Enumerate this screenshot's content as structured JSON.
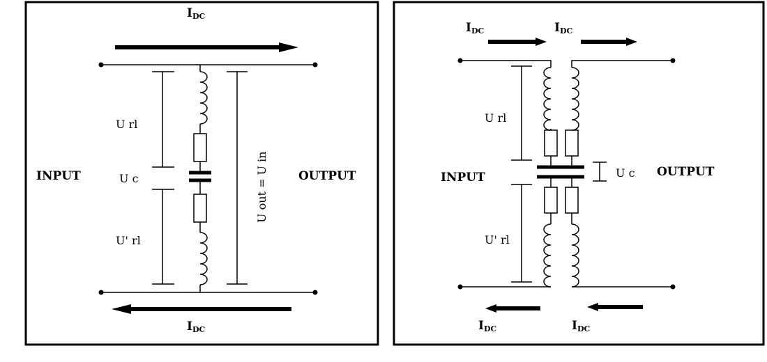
{
  "colors": {
    "ink": "#000000",
    "background": "#ffffff"
  },
  "left_panel": {
    "current_top": {
      "main": "I",
      "sub": "DC"
    },
    "current_bottom": {
      "main": "I",
      "sub": "DC"
    },
    "input_label": "INPUT",
    "output_label": "OUTPUT",
    "voltage_rl": "U rl",
    "voltage_c": "U c",
    "voltage_rl_prime": "U' rl",
    "voltage_out": "U out = U in"
  },
  "right_panel": {
    "current_top_left": {
      "main": "I",
      "sub": "DC"
    },
    "current_top_right": {
      "main": "I",
      "sub": "DC"
    },
    "current_bottom_left": {
      "main": "I",
      "sub": "DC"
    },
    "current_bottom_right": {
      "main": "I",
      "sub": "DC"
    },
    "input_label": "INPUT",
    "output_label": "OUTPUT",
    "voltage_rl": "U rl",
    "voltage_c": "U c",
    "voltage_rl_prime": "U' rl"
  }
}
